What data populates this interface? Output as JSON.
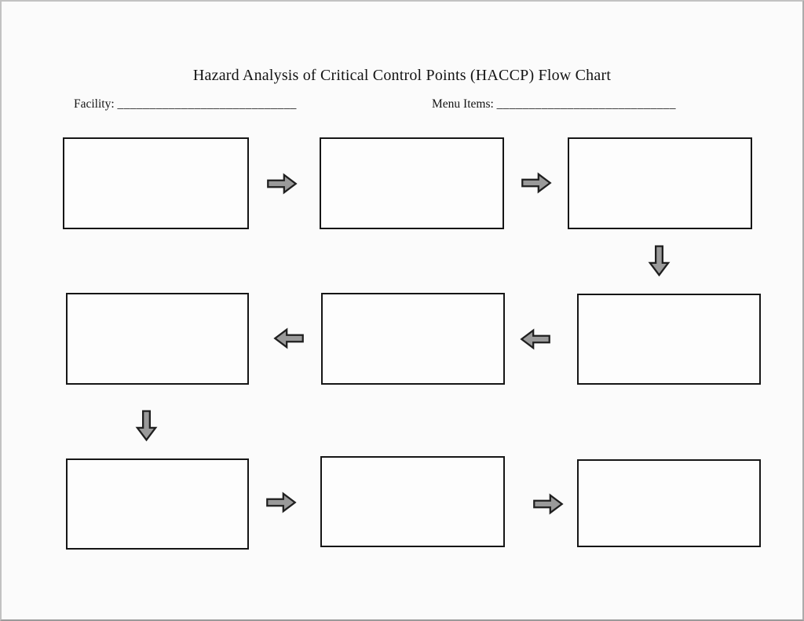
{
  "page": {
    "title": "Hazard Analysis of Critical Control Points (HACCP) Flow Chart",
    "fields": {
      "facility_label": "Facility:",
      "facility_blank": "____________________________",
      "menu_items_label": "Menu Items:",
      "menu_items_blank": "____________________________"
    }
  },
  "flow_chart": {
    "type": "serpentine-flow-template",
    "steps": [
      {
        "id": 1,
        "row": 1,
        "col": 1,
        "text": ""
      },
      {
        "id": 2,
        "row": 1,
        "col": 2,
        "text": ""
      },
      {
        "id": 3,
        "row": 1,
        "col": 3,
        "text": ""
      },
      {
        "id": 4,
        "row": 2,
        "col": 3,
        "text": ""
      },
      {
        "id": 5,
        "row": 2,
        "col": 2,
        "text": ""
      },
      {
        "id": 6,
        "row": 2,
        "col": 1,
        "text": ""
      },
      {
        "id": 7,
        "row": 3,
        "col": 1,
        "text": ""
      },
      {
        "id": 8,
        "row": 3,
        "col": 2,
        "text": ""
      },
      {
        "id": 9,
        "row": 3,
        "col": 3,
        "text": ""
      }
    ],
    "arrows": [
      {
        "from": 1,
        "to": 2,
        "direction": "right"
      },
      {
        "from": 2,
        "to": 3,
        "direction": "right"
      },
      {
        "from": 3,
        "to": 4,
        "direction": "down"
      },
      {
        "from": 4,
        "to": 5,
        "direction": "left"
      },
      {
        "from": 5,
        "to": 6,
        "direction": "left"
      },
      {
        "from": 6,
        "to": 7,
        "direction": "down"
      },
      {
        "from": 7,
        "to": 8,
        "direction": "right"
      },
      {
        "from": 8,
        "to": 9,
        "direction": "right"
      }
    ]
  },
  "colors": {
    "arrow_fill": "#9a9a9a",
    "arrow_outline": "#1f1f1f",
    "box_border": "#161616",
    "page_background": "#fbfbfb",
    "page_border": "#b0b0b0",
    "text": "#141414"
  }
}
